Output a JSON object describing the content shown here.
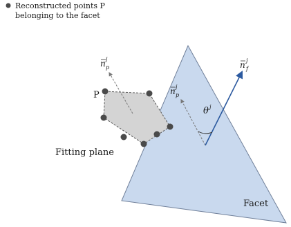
{
  "legend": {
    "line1": "Reconstructed points P",
    "line2": "belonging to the facet"
  },
  "labels": {
    "point_p": "P",
    "fitting_plane": "Fitting plane",
    "facet": "Facet",
    "theta": "θ",
    "theta_sup": "j"
  },
  "vectors": {
    "np_base": "n",
    "np_sub": "p",
    "np_sup": "j",
    "nf_base": "n",
    "nf_sub": "f",
    "nf_sup": "j"
  },
  "colors": {
    "facet_fill": "#c9d9ee",
    "facet_stroke": "#6f7f99",
    "plane_fill": "#d4d4d4",
    "point_fill": "#4a4a4a",
    "nf_arrow": "#2c5aa0",
    "np_arrow": "#777777"
  }
}
